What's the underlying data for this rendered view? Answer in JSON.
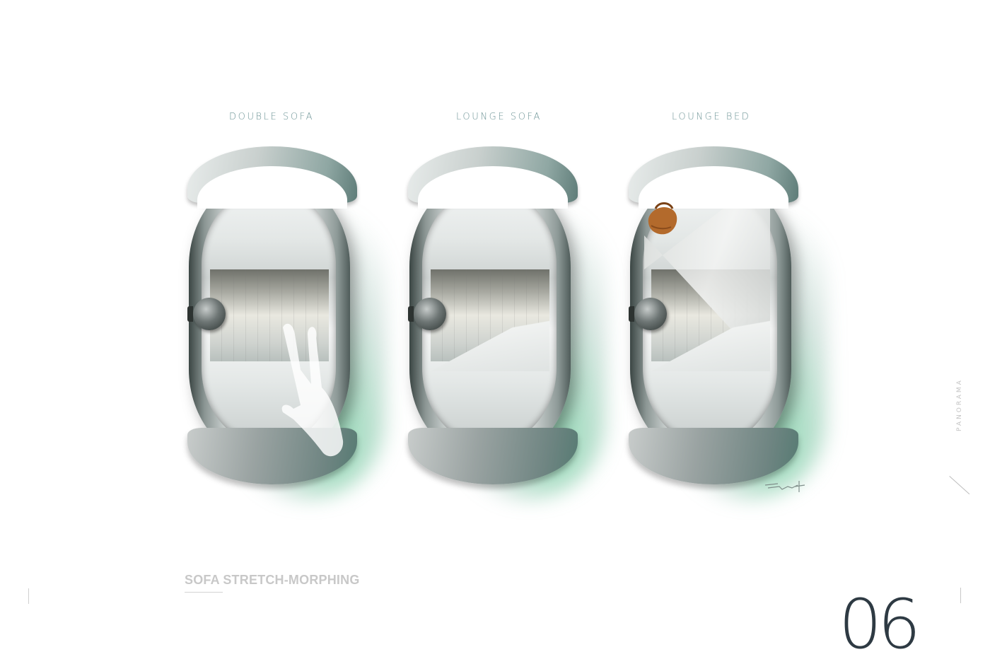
{
  "panels": [
    {
      "label": "DOUBLE SOFA",
      "variant": "double-sofa",
      "overlay": "person-silhouette"
    },
    {
      "label": "LOUNGE SOFA",
      "variant": "lounge-sofa",
      "overlay": "none"
    },
    {
      "label": "LOUNGE BED",
      "variant": "lounge-bed",
      "overlay": "leather-bag"
    }
  ],
  "section": {
    "title": "SOFA STRETCH-MORPHING"
  },
  "side_label": "PANORAMA",
  "page_number": "06",
  "colors": {
    "label": "#6e9597",
    "accent_glow": "#46be82",
    "page_number": "#2e3a43",
    "section_title": "#c8c8c8"
  }
}
